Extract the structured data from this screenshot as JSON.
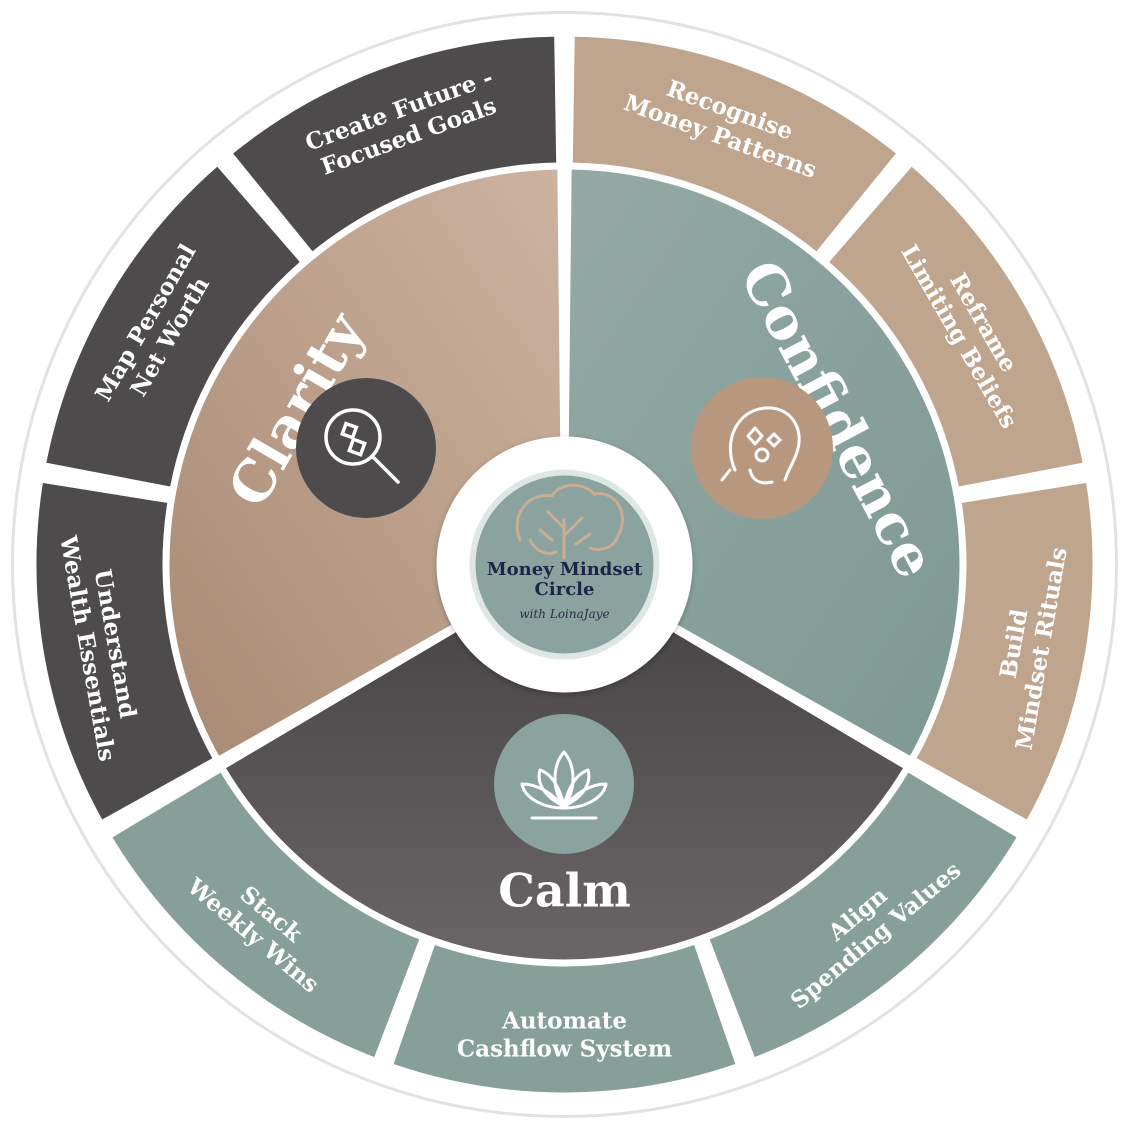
{
  "center": {
    "title_line1": "Money Mindset",
    "title_line2": "Circle",
    "subtitle": "with LoinaJaye"
  },
  "pillars": [
    {
      "id": "clarity",
      "label": "Clarity",
      "icon": "magnifier-icon",
      "color": "#b8977f"
    },
    {
      "id": "confidence",
      "label": "Confidence",
      "icon": "head-thinking-icon",
      "color": "#8aa39e"
    },
    {
      "id": "calm",
      "label": "Calm",
      "icon": "lotus-icon",
      "color": "#5a5657"
    }
  ],
  "outer_segments": [
    {
      "pillar": "confidence",
      "line1": "Recognise",
      "line2": "Money Patterns",
      "color": "#c0a58e"
    },
    {
      "pillar": "confidence",
      "line1": "Reframe",
      "line2": "Limiting Beliefs",
      "color": "#c0a58e"
    },
    {
      "pillar": "confidence",
      "line1": "Build",
      "line2": "Mindset Rituals",
      "color": "#c0a58e"
    },
    {
      "pillar": "calm",
      "line1": "Align",
      "line2": "Spending Values",
      "color": "#879f99"
    },
    {
      "pillar": "calm",
      "line1": "Automate",
      "line2": "Cashflow System",
      "color": "#879f99"
    },
    {
      "pillar": "calm",
      "line1": "Stack",
      "line2": "Weekly Wins",
      "color": "#879f99"
    },
    {
      "pillar": "clarity",
      "line1": "Understand",
      "line2": "Wealth Essentials",
      "color": "#4e4b4c"
    },
    {
      "pillar": "clarity",
      "line1": "Map Personal",
      "line2": "Net Worth",
      "color": "#4e4b4c"
    },
    {
      "pillar": "clarity",
      "line1": "Create Future -",
      "line2": "Focused Goals",
      "color": "#4e4b4c"
    }
  ]
}
